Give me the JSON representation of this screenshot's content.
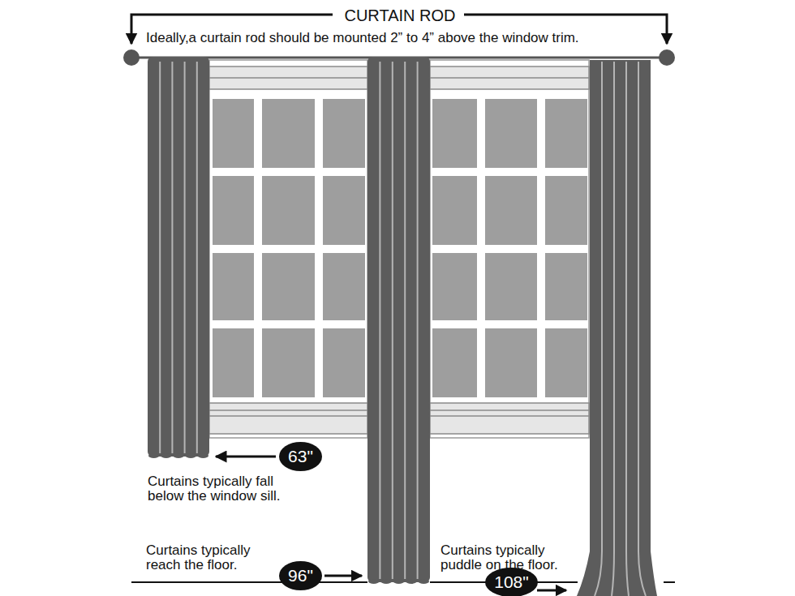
{
  "diagram": {
    "nodes": [
      {
        "text": [
          "63\""
        ]
      },
      {
        "text": [
          "96\""
        ]
      },
      {
        "text": [
          "108\""
        ]
      }
    ],
    "labels": [
      "CURTAIN ROD",
      "Ideally,a curtain rod should be mounted 2” to 4” above the window trim.",
      "Curtains typically fall below the window sill.",
      "Curtains typically reach the floor.",
      "Curtains typically puddle on the floor."
    ]
  }
}
